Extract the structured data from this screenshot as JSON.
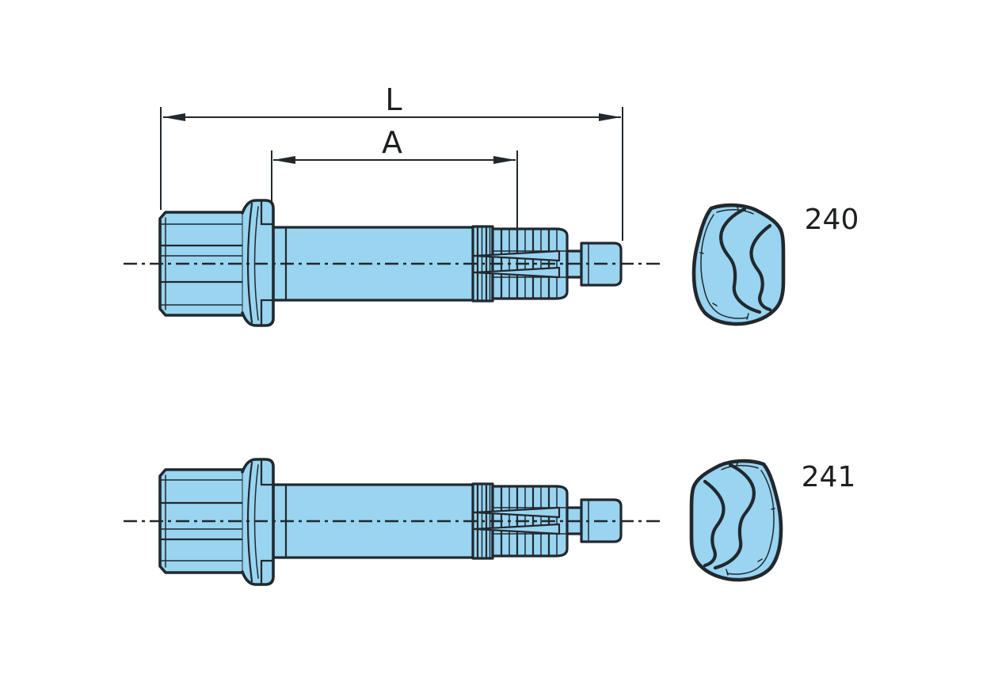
{
  "diagram": {
    "dimensions": {
      "overall_length": "L",
      "shaft_section_length": "A"
    },
    "variants": [
      {
        "cam_profile_number": "240"
      },
      {
        "cam_profile_number": "241"
      }
    ],
    "colors": {
      "part_fill": "#99d4f0",
      "outline": "#21282e",
      "text": "#1d1f21",
      "background": "#ffffff"
    }
  }
}
